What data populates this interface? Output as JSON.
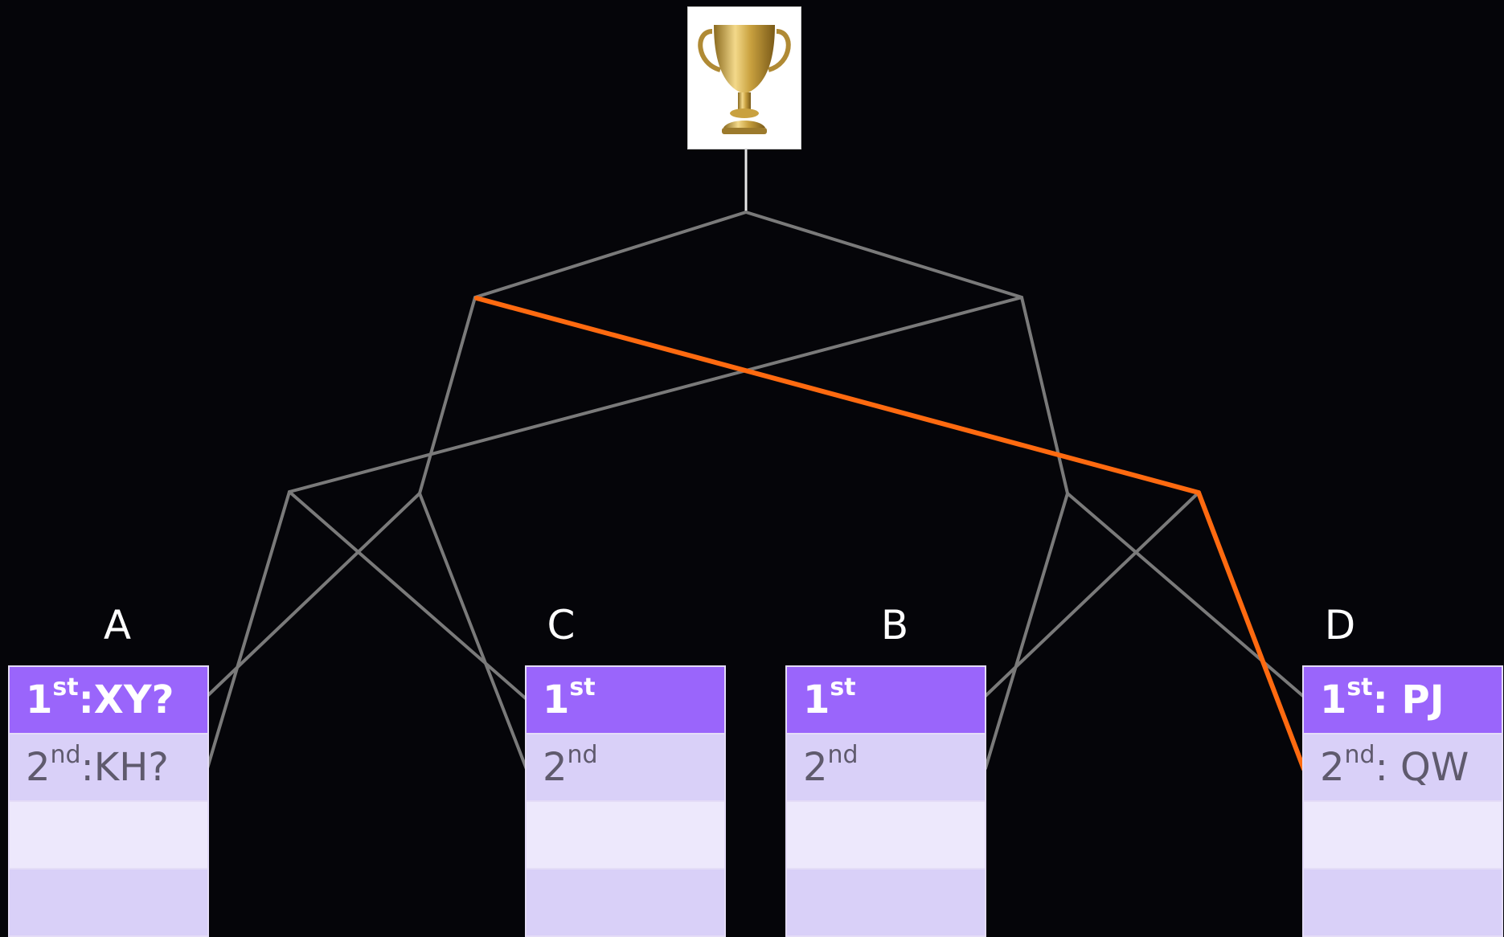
{
  "colors": {
    "background": "#050509",
    "line": "#7a7a7a",
    "highlight_path": "#ff6a10",
    "header_row": "#9a65fb",
    "row_dark": "#d9d0f8",
    "row_light": "#ede8fc"
  },
  "trophy": {
    "icon": "trophy-icon"
  },
  "groups": [
    {
      "letter": "A",
      "first": {
        "ordinal": "1",
        "suffix": "st",
        "value": ":XY?"
      },
      "second": {
        "ordinal": "2",
        "suffix": "nd",
        "value": ":KH?"
      }
    },
    {
      "letter": "C",
      "first": {
        "ordinal": "1",
        "suffix": "st",
        "value": ""
      },
      "second": {
        "ordinal": "2",
        "suffix": "nd",
        "value": ""
      }
    },
    {
      "letter": "B",
      "first": {
        "ordinal": "1",
        "suffix": "st",
        "value": ""
      },
      "second": {
        "ordinal": "2",
        "suffix": "nd",
        "value": ""
      }
    },
    {
      "letter": "D",
      "first": {
        "ordinal": "1",
        "suffix": "st",
        "value": ": PJ"
      },
      "second": {
        "ordinal": "2",
        "suffix": "nd",
        "value": ": QW"
      }
    }
  ],
  "highlighted_path": "D second place to final"
}
